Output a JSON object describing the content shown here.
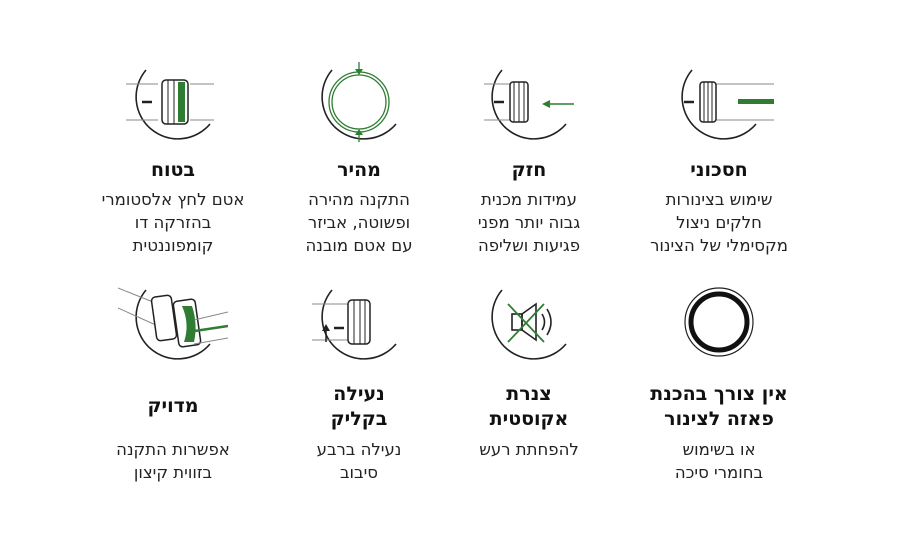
{
  "features": [
    {
      "icon": "pipe-green-bar-icon",
      "title": [
        "חסכוני"
      ],
      "desc": [
        "שימוש בצינורות",
        "חלקים ניצול",
        "מקסימלי של הצינור"
      ]
    },
    {
      "icon": "pipe-arrow-icon",
      "title": [
        "חזק"
      ],
      "desc": [
        "עמידות מכנית",
        "גבוה יותר מפני",
        "פגיעות ושליפה"
      ]
    },
    {
      "icon": "double-ring-icon",
      "title": [
        "מהיר"
      ],
      "desc": [
        "התקנה מהירה",
        "ופשוטה, אביזר",
        "עם אטם מובנה"
      ]
    },
    {
      "icon": "pipe-green-seal-icon",
      "title": [
        "בטוח"
      ],
      "desc": [
        "אטם לחץ אלסטומרי",
        "בהזרקה דו",
        "קומפוננטית"
      ]
    },
    {
      "icon": "ring-no-prep-icon",
      "title": [
        "אין צורך בהכנת",
        "פאזה לצינור"
      ],
      "desc": [
        "או בשימוש",
        "בחומרי סיכה"
      ]
    },
    {
      "icon": "muted-speaker-icon",
      "title": [
        "צנרת",
        "אקוסטית"
      ],
      "desc": [
        "להפחתת רעש"
      ]
    },
    {
      "icon": "pipe-click-icon",
      "title": [
        "נעילה",
        "בקליק"
      ],
      "desc": [
        "נעילה ברבע",
        "סיבוב"
      ]
    },
    {
      "icon": "angled-pipe-icon",
      "title": [
        "מדויק"
      ],
      "desc": [
        "אפשרות התקנה",
        "בזווית קיצון"
      ]
    }
  ],
  "colors": {
    "accent": "#2e7d32",
    "ink": "#1a1a1a"
  }
}
